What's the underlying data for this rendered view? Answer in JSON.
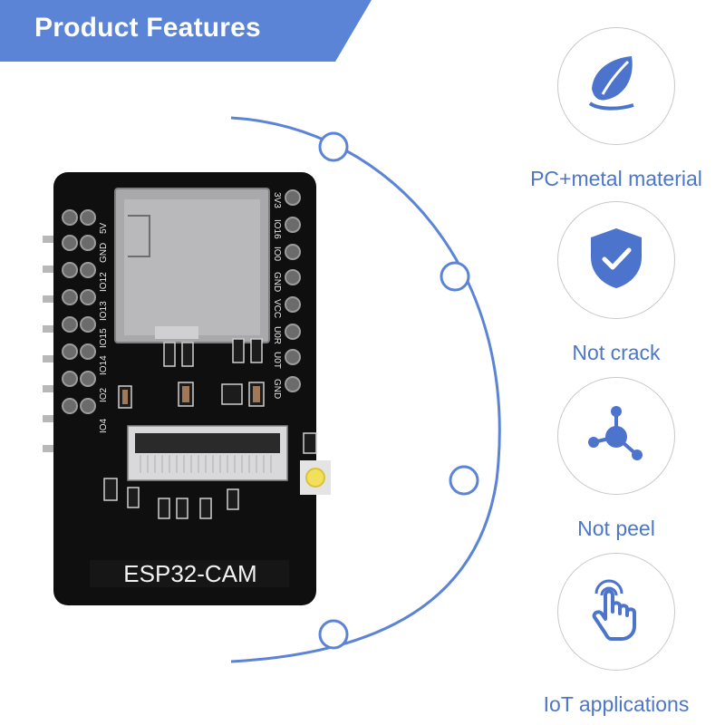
{
  "banner": {
    "title": "Product Features",
    "color": "#5b84d6"
  },
  "accent_color": "#4d74cc",
  "board": {
    "label": "ESP32-CAM",
    "left_pins": [
      "5V",
      "GND",
      "IO12",
      "IO13",
      "IO15",
      "IO14",
      "IO2",
      "IO4"
    ],
    "right_pins": [
      "3V3",
      "IO16",
      "IO0",
      "GND",
      "VCC",
      "U0R",
      "U0T",
      "GND"
    ]
  },
  "features": [
    {
      "label": "PC+metal material",
      "icon": "leaf-icon"
    },
    {
      "label": "Not crack",
      "icon": "shield-check-icon"
    },
    {
      "label": "Not peel",
      "icon": "molecule-icon"
    },
    {
      "label": "IoT applications",
      "icon": "touch-hand-icon"
    }
  ]
}
